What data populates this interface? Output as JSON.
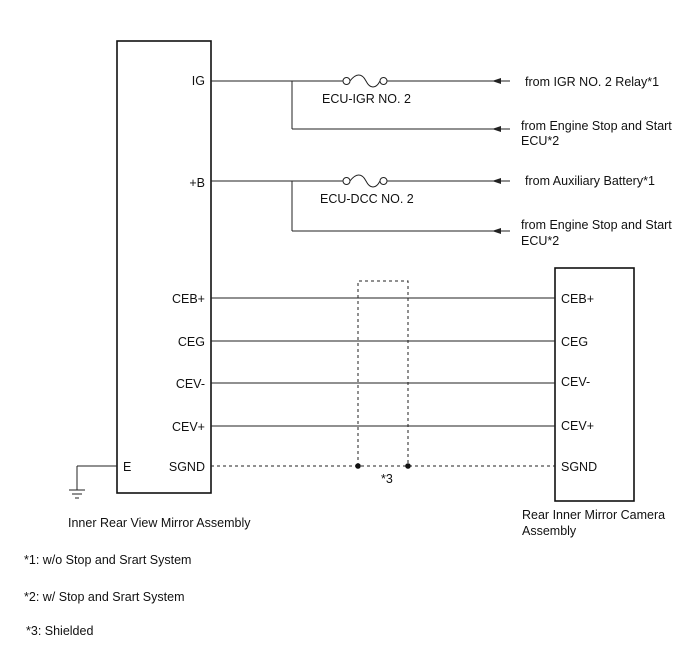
{
  "left_component": {
    "name": "Inner Rear View Mirror Assembly",
    "pins": [
      "IG",
      "+B",
      "CEB+",
      "CEG",
      "CEV-",
      "CEV+",
      "SGND"
    ],
    "ground_pin": "E"
  },
  "right_component": {
    "name_line1": "Rear Inner Mirror Camera",
    "name_line2": "Assembly",
    "pins": [
      "CEB+",
      "CEG",
      "CEV-",
      "CEV+",
      "SGND"
    ]
  },
  "fuses": {
    "fuse1": "ECU-IGR NO. 2",
    "fuse2": "ECU-DCC NO. 2"
  },
  "sources": {
    "s1": "from IGR NO. 2 Relay*1",
    "s2_line1": "from Engine Stop and Start",
    "s2_line2": "ECU*2",
    "s3": "from Auxiliary Battery*1",
    "s4_line1": "from Engine Stop and Start",
    "s4_line2": "ECU*2"
  },
  "shield_label": "*3",
  "notes": {
    "n1": "*1: w/o Stop and Srart System",
    "n2": "*2: w/ Stop and Srart System",
    "n3": "*3: Shielded"
  }
}
